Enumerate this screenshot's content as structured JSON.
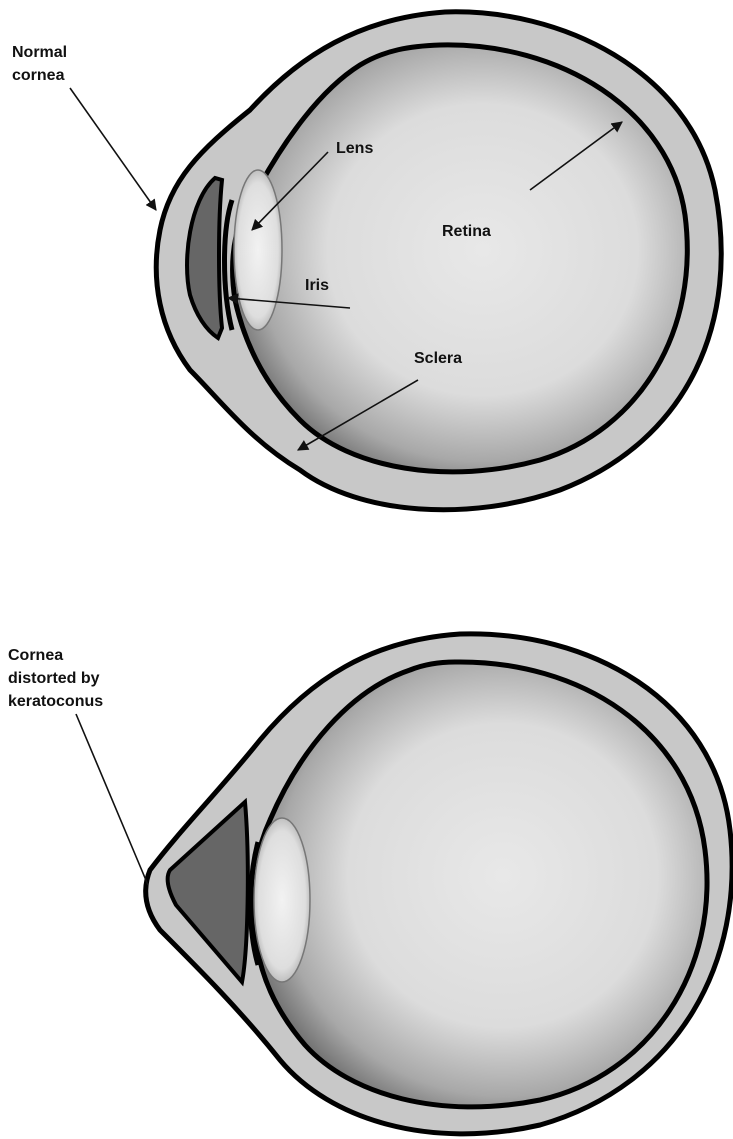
{
  "figure_top": {
    "labels": {
      "normal_cornea_line1": "Normal",
      "normal_cornea_line2": "cornea",
      "lens": "Lens",
      "retina": "Retina",
      "iris": "Iris",
      "sclera": "Sclera"
    }
  },
  "figure_bottom": {
    "labels": {
      "distorted_line1": "Cornea",
      "distorted_line2": "distorted by",
      "distorted_line3": "keratoconus"
    }
  },
  "colors": {
    "sclera_fill": "#c8c8c8",
    "outline": "#000000",
    "iris_fill": "#666666",
    "globe_center": "#e6e6e6",
    "globe_edge": "#5a5a5a",
    "lens_fill": "#e8e8e8"
  }
}
